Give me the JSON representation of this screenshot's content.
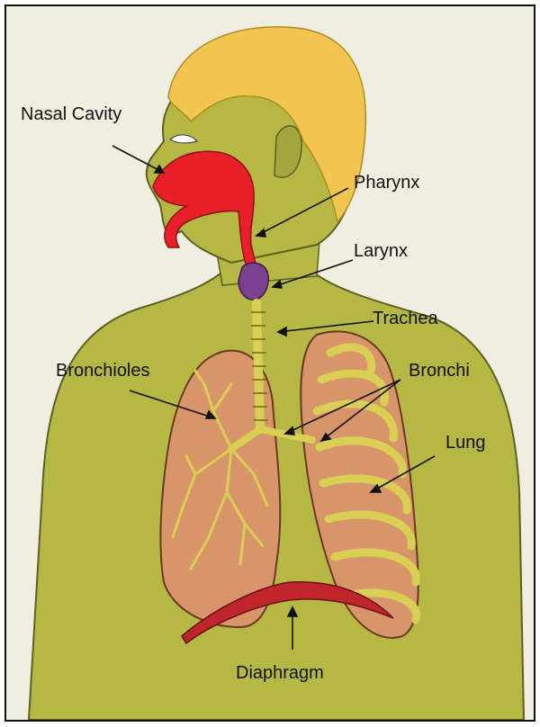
{
  "labels": {
    "nasal_cavity": "Nasal Cavity",
    "pharynx": "Pharynx",
    "larynx": "Larynx",
    "trachea": "Trachea",
    "bronchioles": "Bronchioles",
    "bronchi": "Bronchi",
    "lung": "Lung",
    "diaphragm": "Diaphragm"
  },
  "colors": {
    "background": "#efeee0",
    "skin": "#b5b845",
    "hair": "#f0c650",
    "airway_red": "#e8202a",
    "larynx_purple": "#7a3f8f",
    "lung_tissue": "#d8956a",
    "cartilage": "#d9cf55",
    "diaphragm": "#c0262b"
  }
}
